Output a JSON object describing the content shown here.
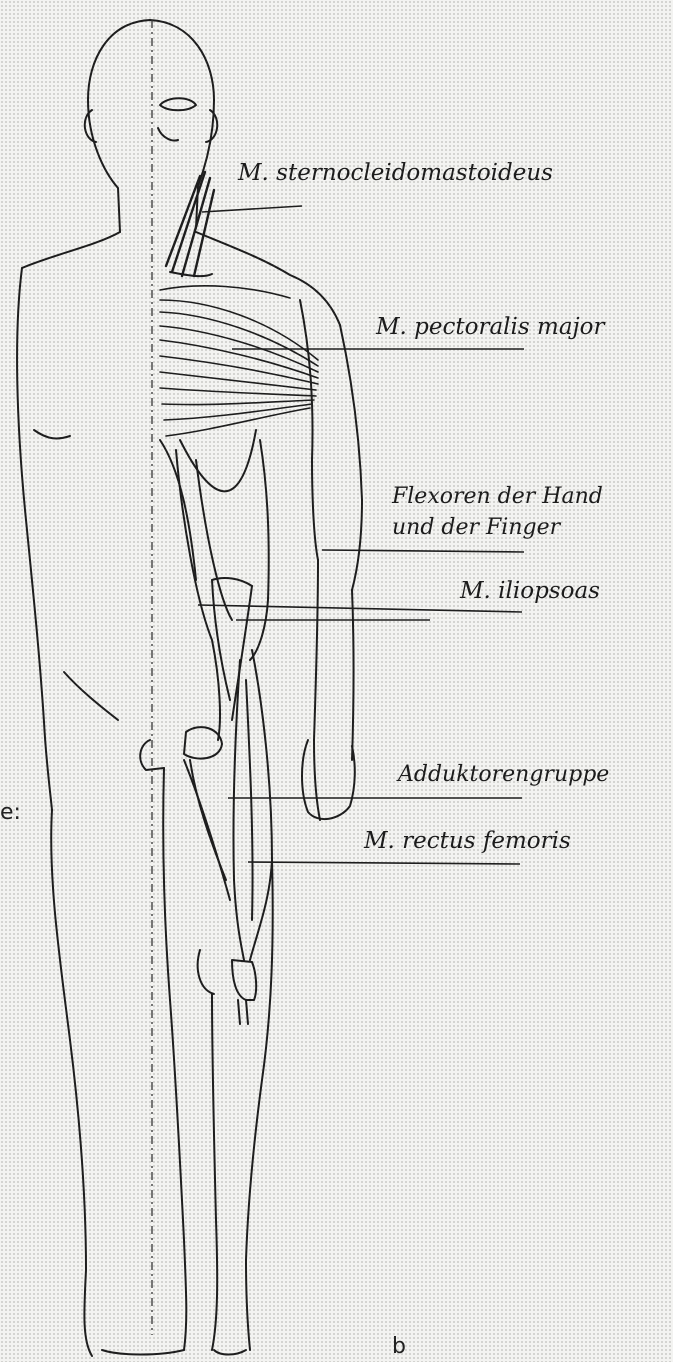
{
  "figure": {
    "labels": {
      "sternocleidomastoideus": "M. sternocleidomastoideus",
      "pectoralis_major": "M. pectoralis major",
      "flexoren_line1": "Flexoren der Hand",
      "flexoren_line2": "und der Finger",
      "iliopsoas": "M. iliopsoas",
      "adduktorengruppe": "Adduktorengruppe",
      "rectus_femoris": "M. rectus femoris"
    },
    "left_margin_fragment": "e:",
    "panel_letter": "b"
  }
}
